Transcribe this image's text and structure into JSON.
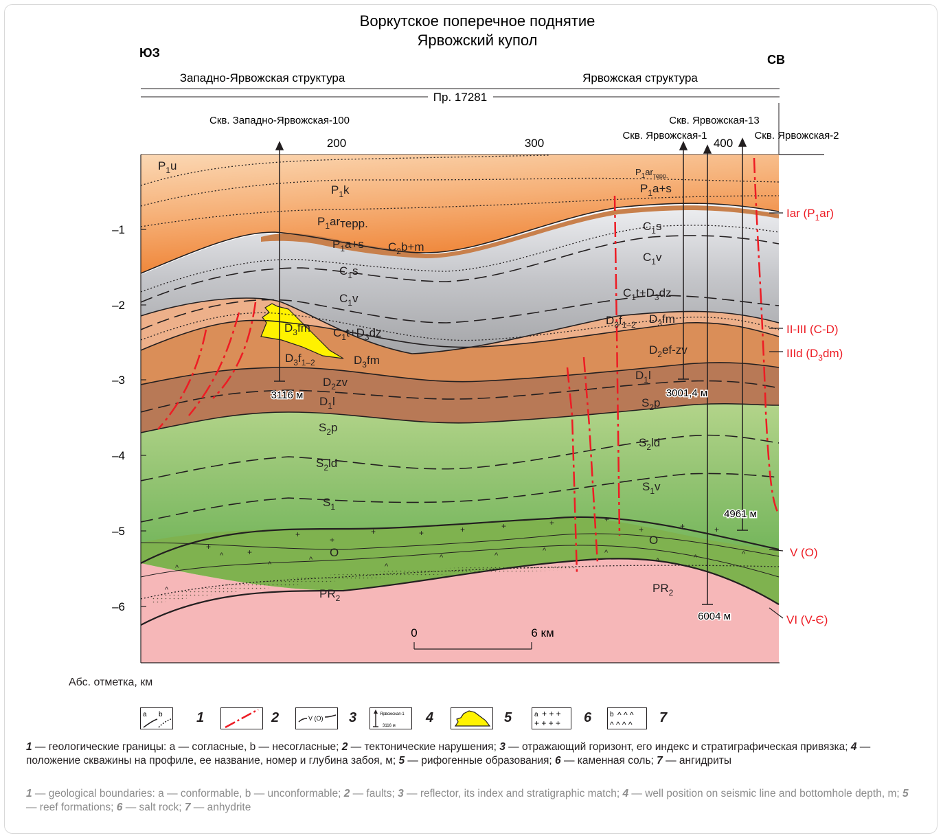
{
  "title": {
    "line1": "Воркутское поперечное поднятие",
    "line2": "Ярвожский купол"
  },
  "directions": {
    "left": "ЮЗ",
    "right": "СВ"
  },
  "structures": {
    "left": "Западно-Ярвожская структура",
    "right": "Ярвожская структура"
  },
  "profile_label": "Пр. 17281",
  "x_ticks": [
    "200",
    "300",
    "400"
  ],
  "y_ticks": [
    "–1",
    "–2",
    "–3",
    "–4",
    "–5",
    "–6"
  ],
  "y_axis_caption": "Абс. отметка, км",
  "wells": [
    {
      "name": "Скв. Западно-Ярвожская-100",
      "depth": "3116 м"
    },
    {
      "name": "Скв. Ярвожская-1",
      "depth": "3001,4 м"
    },
    {
      "name": "Скв. Ярвожская-13",
      "depth": "6004 м"
    },
    {
      "name": "Скв. Ярвожская-2",
      "depth": "4961 м"
    }
  ],
  "reflectors": [
    {
      "base": "Iar (P",
      "sub": "1",
      "tail": "ar)"
    },
    {
      "base": "II-III (C-D)",
      "sub": "",
      "tail": ""
    },
    {
      "base": "IIId (D",
      "sub": "3",
      "tail": "dm)"
    },
    {
      "base": "V (O)",
      "sub": "",
      "tail": ""
    },
    {
      "base": "VI (V-Є)",
      "sub": "",
      "tail": ""
    }
  ],
  "units": {
    "p1u": {
      "a": "P",
      "s": "1",
      "b": "u"
    },
    "p1k": {
      "a": "P",
      "s": "1",
      "b": "k"
    },
    "p1ar_terr": {
      "a": "P",
      "s": "1",
      "b": "ar",
      "s2": "терр."
    },
    "p1as_left": {
      "a": "P",
      "s": "1",
      "b": "a+s"
    },
    "c2bm": {
      "a": "C",
      "s": "2",
      "b": "b+m"
    },
    "c1s_left": {
      "a": "C",
      "s": "1",
      "b": "s"
    },
    "c1v_left": {
      "a": "C",
      "s": "1",
      "b": "v"
    },
    "c1t_left": {
      "a": "C",
      "s": "1",
      "b": "t+D",
      "s2": "3",
      "c": "dz"
    },
    "d3fm_reef": {
      "a": "D",
      "s": "3",
      "b": "fm"
    },
    "d3f12_left": {
      "a": "D",
      "s": "3",
      "b": "f",
      "s2": "1–2"
    },
    "d3fm_left": {
      "a": "D",
      "s": "3",
      "b": "fm"
    },
    "d2zv_left": {
      "a": "D",
      "s": "2",
      "b": "zv"
    },
    "d1l_left": {
      "a": "D",
      "s": "1",
      "b": "l"
    },
    "s2p_left": {
      "a": "S",
      "s": "2",
      "b": "p"
    },
    "s2ld_left": {
      "a": "S",
      "s": "2",
      "b": "ld"
    },
    "s1_left": {
      "a": "S",
      "s": "1",
      "b": ""
    },
    "o_left": {
      "a": "O",
      "s": "",
      "b": ""
    },
    "pr2_left": {
      "a": "PR",
      "s": "2",
      "b": ""
    },
    "p1ar_terr_right": {
      "a": "P",
      "s": "1",
      "b": "ar",
      "s2": "терр."
    },
    "p1as_right": {
      "a": "P",
      "s": "1",
      "b": "a+s"
    },
    "c1s_right": {
      "a": "C",
      "s": "1",
      "b": "s"
    },
    "c1v_right": {
      "a": "C",
      "s": "1",
      "b": "v"
    },
    "c1t_right": {
      "a": "C",
      "s": "1",
      "b": "t+D",
      "s2": "3",
      "c": "dz"
    },
    "d3f12_right": {
      "a": "D",
      "s": "3",
      "b": "f",
      "s2": "1–2"
    },
    "d3fm_right": {
      "a": "D",
      "s": "3",
      "b": "fm"
    },
    "d2efzv_right": {
      "a": "D",
      "s": "2",
      "b": "ef-zv"
    },
    "d1l_right": {
      "a": "D",
      "s": "1",
      "b": "l"
    },
    "s2p_right": {
      "a": "S",
      "s": "2",
      "b": "p"
    },
    "s2ld_right": {
      "a": "S",
      "s": "2",
      "b": "ld"
    },
    "s1v_right": {
      "a": "S",
      "s": "1",
      "b": "v"
    },
    "o_right": {
      "a": "O",
      "s": "",
      "b": ""
    },
    "pr2_right": {
      "a": "PR",
      "s": "2",
      "b": ""
    }
  },
  "scale_bar": {
    "start": "0",
    "end": "6 км"
  },
  "legend": {
    "numbers": [
      "1",
      "2",
      "3",
      "4",
      "5",
      "6",
      "7"
    ],
    "box1_a": "a",
    "box1_b": "b",
    "box3_label": "V (O)",
    "box4_well": "Ярвожская-1",
    "box4_depth": "3116 м",
    "box6_a": "a",
    "box7_b": "b"
  },
  "caption_ru": [
    {
      "n": "1",
      "t": " — геологические границы: а — согласные, b — несогласные; "
    },
    {
      "n": "2",
      "t": " — тектонические нарушения; "
    },
    {
      "n": "3",
      "t": " — отражающий горизонт, его индекс и стратиграфическая привязка; "
    },
    {
      "n": "4",
      "t": " — положение скважины на профиле, ее название, номер и глубина забоя, м; "
    },
    {
      "n": "5",
      "t": " — рифогенные образования; "
    },
    {
      "n": "6",
      "t": " — каменная соль; "
    },
    {
      "n": "7",
      "t": " — ангидриты"
    }
  ],
  "caption_en": [
    {
      "n": "1",
      "t": " — geological boundaries: a — conformable, b — unconformable; "
    },
    {
      "n": "2",
      "t": " — faults; "
    },
    {
      "n": "3",
      "t": " — reflector, its index and stratigraphic match; "
    },
    {
      "n": "4",
      "t": " — well position on seismic line and bottomhole depth, m; "
    },
    {
      "n": "5",
      "t": " — reef formations; "
    },
    {
      "n": "6",
      "t": " — salt rock; "
    },
    {
      "n": "7",
      "t": " — anhydrite"
    }
  ],
  "colors": {
    "permian_top": "#fbd8b4",
    "permian_mid": "#f6b27a",
    "permian_bottom": "#ee7d2c",
    "brown_band": "#c8804c",
    "grey_light": "#eeeff2",
    "grey_mid": "#c4c5c9",
    "grey_dark": "#a4a5a8",
    "devonian_light": "#edb08a",
    "devonian_mid": "#da8e58",
    "devonian_dark": "#b87956",
    "green_light": "#b3d48a",
    "green_mid": "#94c473",
    "green_dark": "#75b65c",
    "ordovician": "#7fb24f",
    "basement": "#f6b7b8",
    "reef": "#fff200",
    "fault": "#ed1c24",
    "reflector_label": "#ed1c24"
  }
}
